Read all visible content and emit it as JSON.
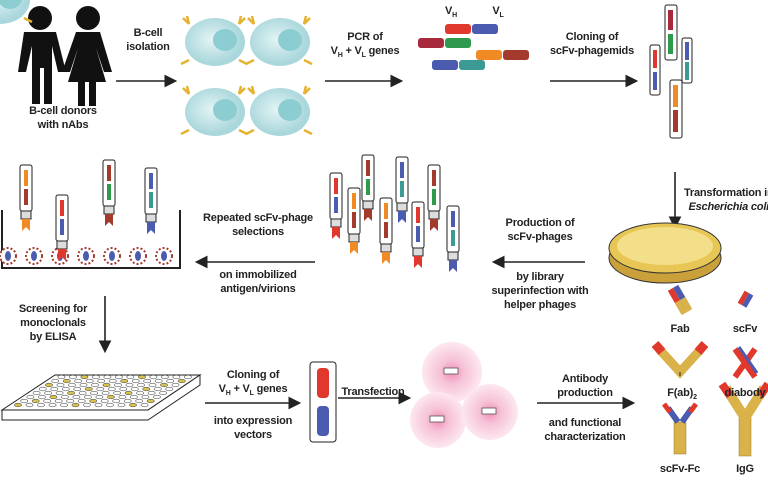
{
  "steps": {
    "donors": [
      "B-cell donors",
      "with nAbs"
    ],
    "isolation": [
      "B-cell",
      "isolation"
    ],
    "pcr": {
      "line1": "PCR of",
      "v_h": "V",
      "h_sub": "H",
      "plus": " + V",
      "l_sub": "L",
      "genes": " genes"
    },
    "gene_labels": {
      "vh": "V",
      "vh_sub": "H",
      "vl": "V",
      "vl_sub": "L"
    },
    "cloning_phagemids": [
      "Cloning of",
      "scFv-phagemids"
    ],
    "transformation": {
      "line1": "Transformation in",
      "line2": "Escherichia coli"
    },
    "production": [
      "Production of",
      "scFv-phages"
    ],
    "superinfection": [
      "by library",
      "superinfection with",
      "helper phages"
    ],
    "selections": [
      "Repeated scFv-phage",
      "selections"
    ],
    "immobilized": [
      "on immobilized",
      "antigen/virions"
    ],
    "screening": [
      "Screening for",
      "monoclonals",
      "by ELISA"
    ],
    "cloning_expression": {
      "line1": "Cloning of",
      "v_h": "V",
      "h_sub": "H",
      "plus": " + V",
      "l_sub": "L",
      "genes": " genes",
      "below1": "into expression",
      "below2": "vectors"
    },
    "transfection": "Transfection",
    "antibody_production": [
      "Antibody",
      "production"
    ],
    "characterization": [
      "and functional",
      "characterization"
    ]
  },
  "formats": {
    "fab": "Fab",
    "scfv": "scFv",
    "fab2": "F(ab)",
    "fab2_sub": "2",
    "diabody": "diabody",
    "scfv_fc": "scFv-Fc",
    "igg": "IgG"
  },
  "colors": {
    "red": "#e0382c",
    "blue": "#4a5bb0",
    "green": "#2e9a4e",
    "orange": "#f08a24",
    "maroon": "#a33a2c",
    "teal": "#3c9a94",
    "gold": "#d9b24a",
    "cell": "#bfe3e6",
    "pink": "#f6c4d8"
  }
}
